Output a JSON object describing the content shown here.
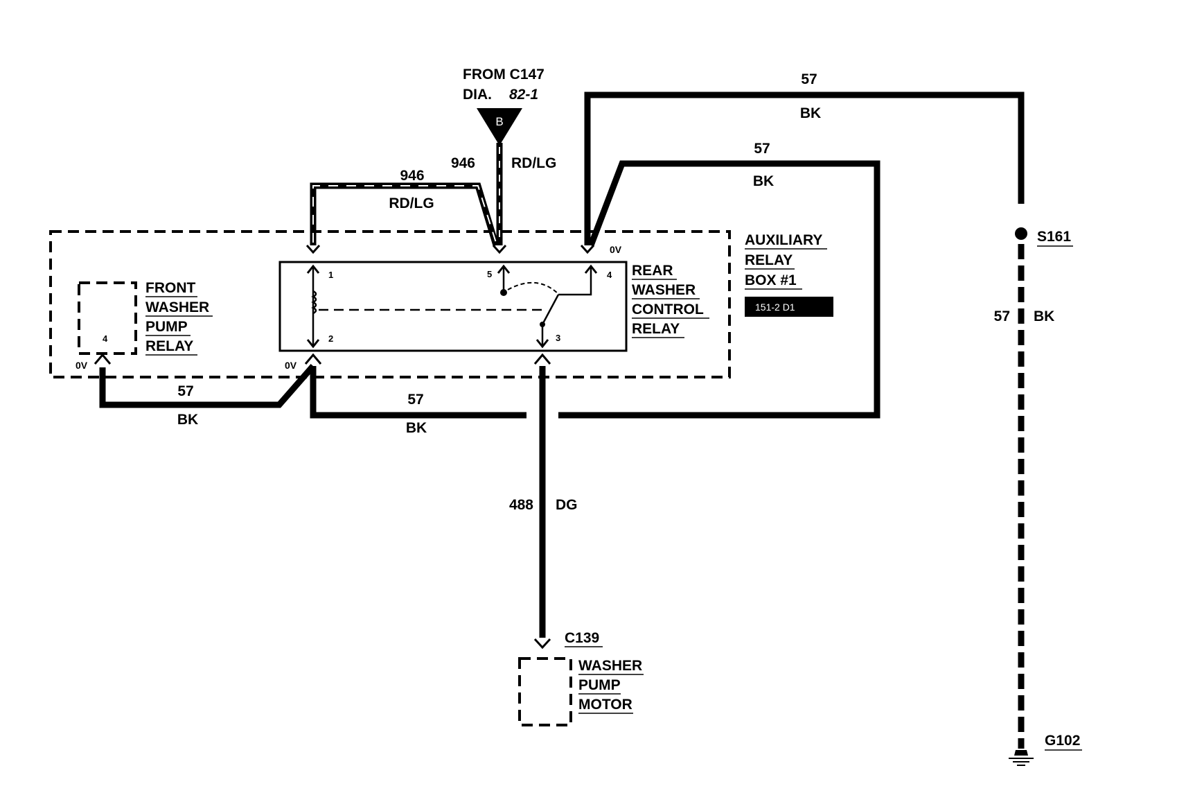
{
  "source": {
    "line1": "FROM C147",
    "line2_prefix": "DIA.",
    "line2_ref": "82-1",
    "connector_letter": "B"
  },
  "wires": {
    "w946_vertical": {
      "circuit": "946",
      "color": "RD/LG"
    },
    "w946_top": {
      "circuit": "946",
      "color": "RD/LG"
    },
    "w57_outer_top": {
      "circuit": "57",
      "color": "BK"
    },
    "w57_inner_top": {
      "circuit": "57",
      "color": "BK"
    },
    "w57_left_bottom": {
      "circuit": "57",
      "color": "BK"
    },
    "w57_mid_bottom": {
      "circuit": "57",
      "color": "BK"
    },
    "w57_ground_run": {
      "circuit": "57",
      "color": "BK"
    },
    "w488": {
      "circuit": "488",
      "color": "DG"
    }
  },
  "aux_box": {
    "lines": [
      "AUXILIARY",
      "RELAY",
      "BOX #1"
    ],
    "ref_badge": "151-2 D1"
  },
  "rear_relay": {
    "lines": [
      "REAR",
      "WASHER",
      "CONTROL",
      "RELAY"
    ]
  },
  "front_relay": {
    "lines": [
      "FRONT",
      "WASHER",
      "PUMP",
      "RELAY"
    ],
    "pin": "4",
    "voltage": "0V"
  },
  "pins": {
    "p1": "1",
    "p2": "2",
    "p3": "3",
    "p4": "4",
    "p5": "5"
  },
  "voltages": {
    "right_top": "0V",
    "mid_bottom": "0V"
  },
  "splice": {
    "label": "S161"
  },
  "ground": {
    "label": "G102"
  },
  "motor": {
    "connector": "C139",
    "lines": [
      "WASHER",
      "PUMP",
      "MOTOR"
    ]
  }
}
